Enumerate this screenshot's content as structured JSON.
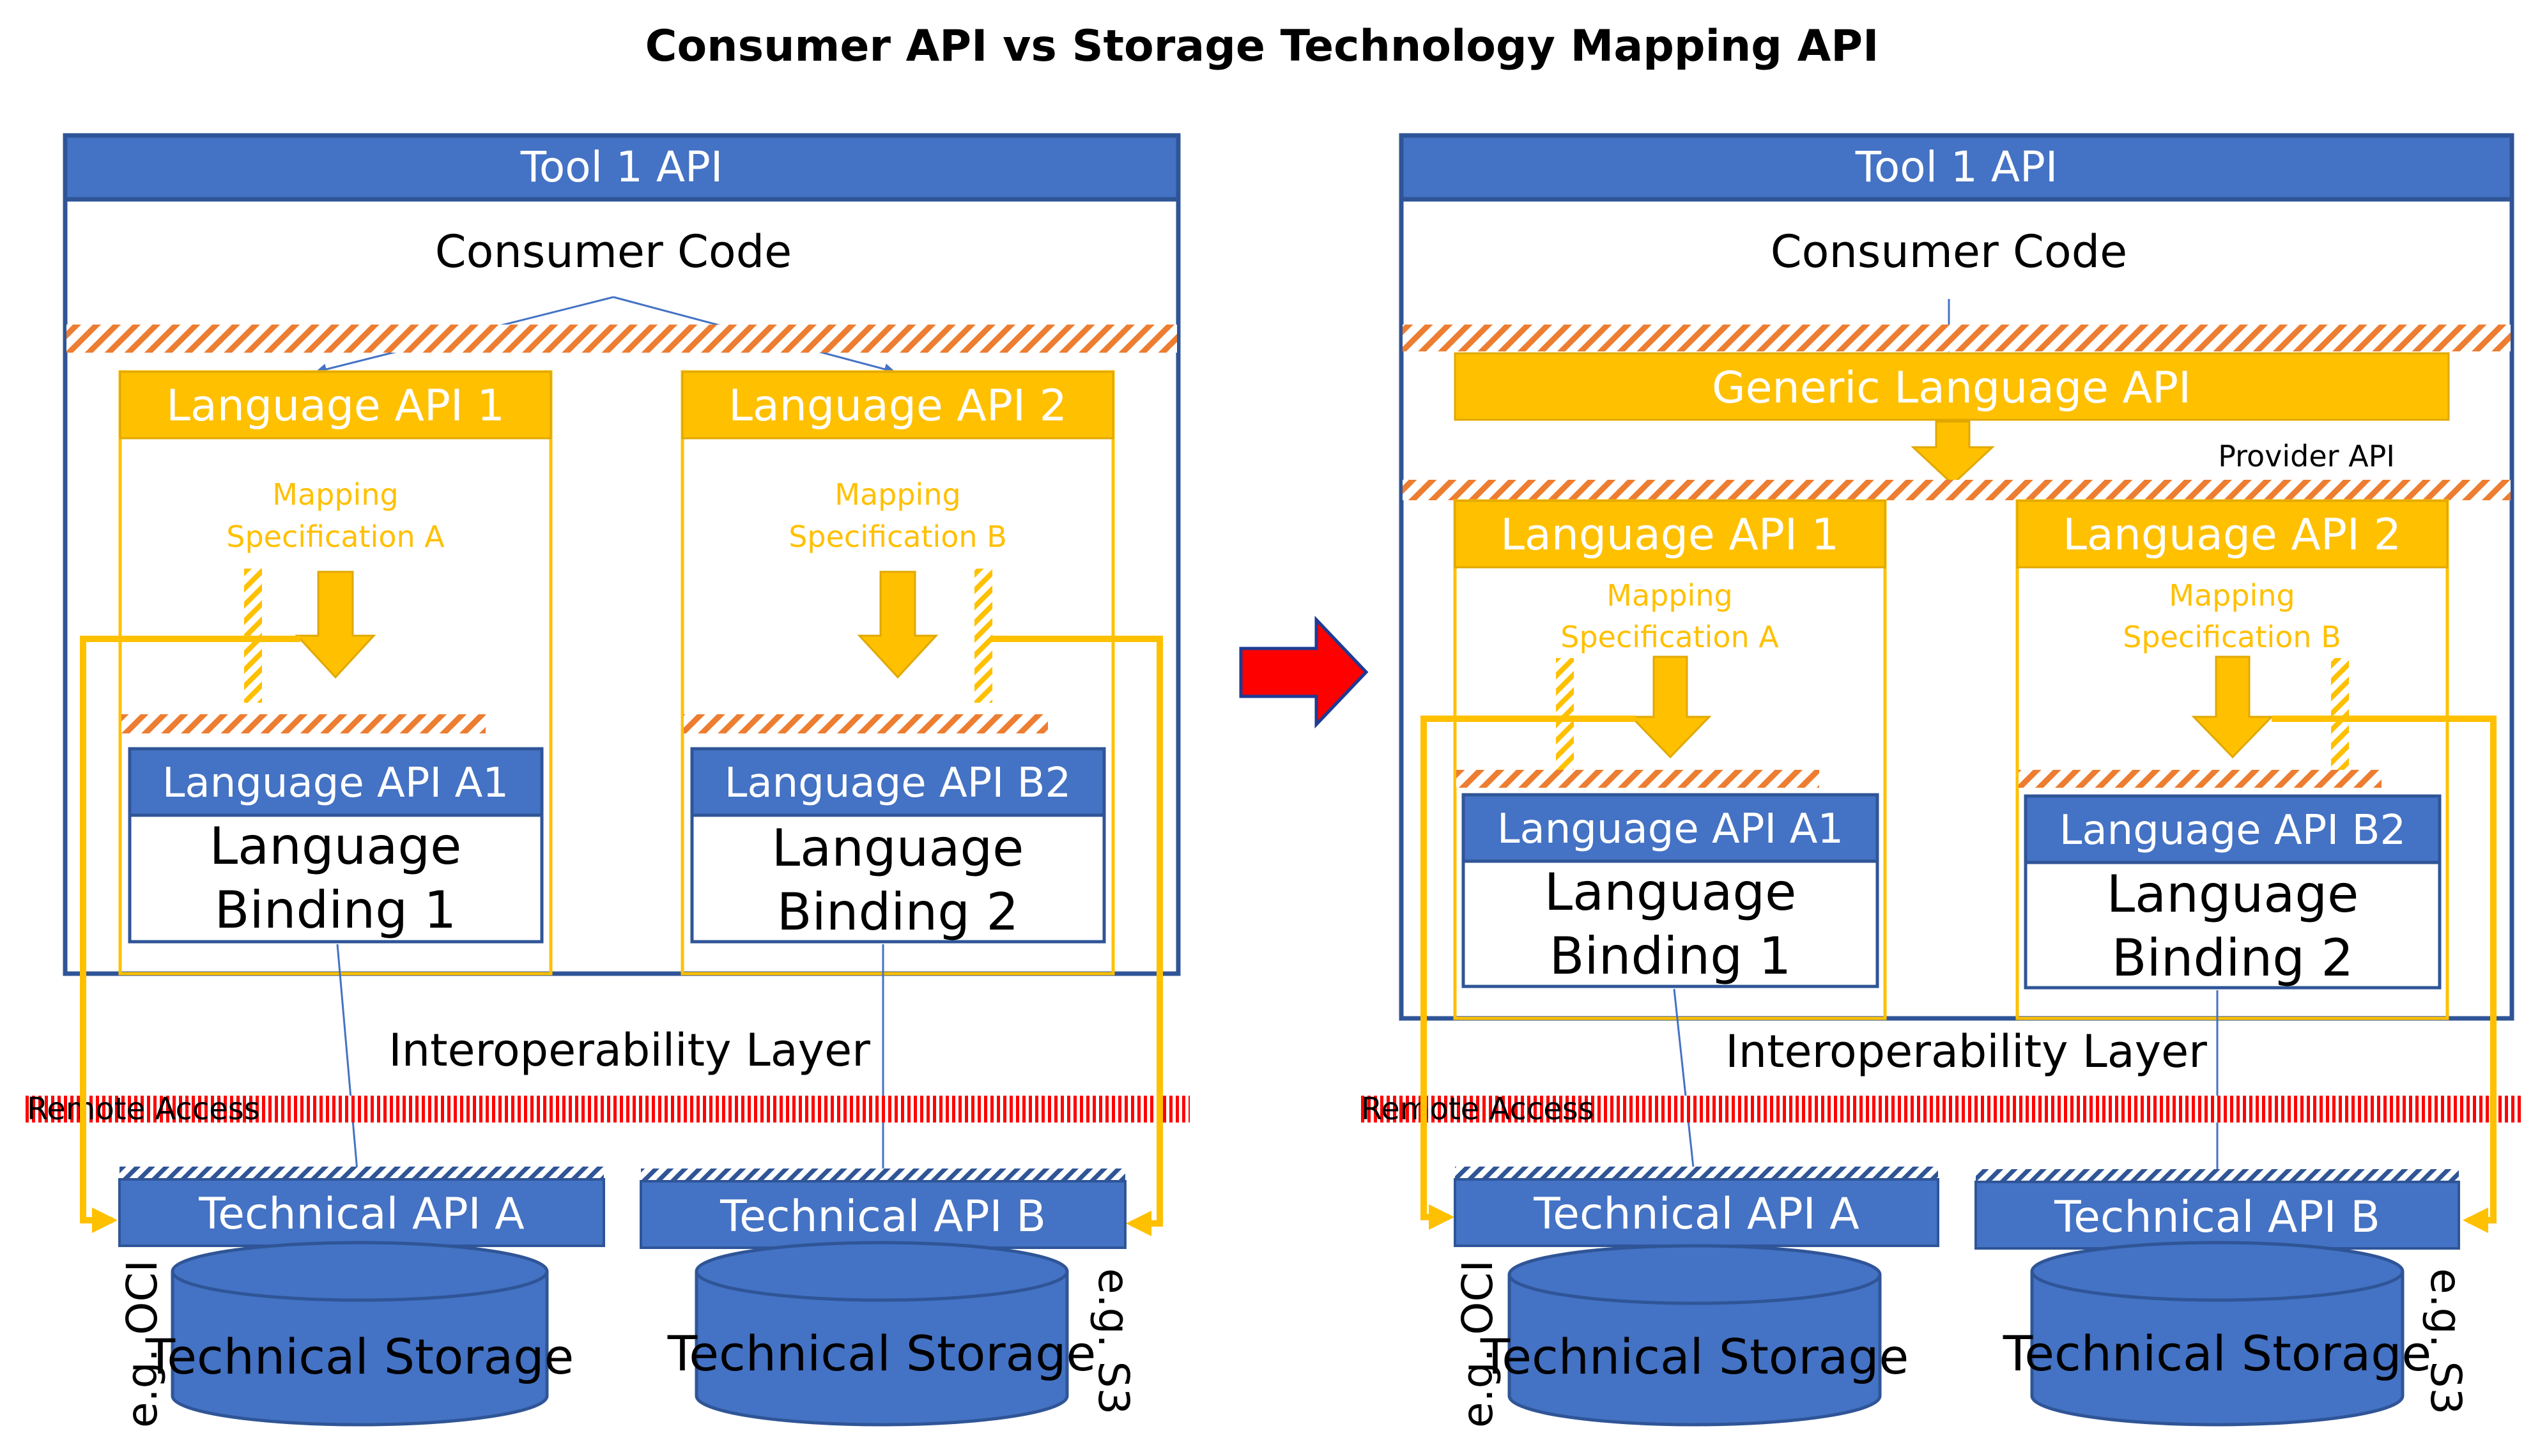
{
  "title": "Consumer API vs Storage Technology Mapping API",
  "colors": {
    "blue": "#4472C4",
    "blue_dark": "#2F5597",
    "navy": "#1F3A93",
    "yellow": "#FFC000",
    "orange": "#ED7D31",
    "red": "#FF0000",
    "black": "#000000",
    "white": "#FFFFFF"
  },
  "left": {
    "tool_header": "Tool 1 API",
    "consumer_code": "Consumer Code",
    "lang_api_1": "Language API 1",
    "lang_api_2": "Language API 2",
    "mapping_a_line1": "Mapping",
    "mapping_a_line2": "Specification A",
    "mapping_b_line1": "Mapping",
    "mapping_b_line2": "Specification B",
    "lang_api_a1": "Language API A1",
    "lang_api_b2": "Language API B2",
    "binding1_line1": "Language",
    "binding1_line2": "Binding 1",
    "binding2_line1": "Language",
    "binding2_line2": "Binding 2",
    "interop": "Interoperability Layer",
    "remote": "Remote Access",
    "tech_api_a": "Technical API A",
    "tech_api_b": "Technical API B",
    "storage_a": "Technical Storage",
    "storage_b": "Technical Storage",
    "eg_oci": "e.g. OCI",
    "eg_s3": "e.g. S3"
  },
  "right": {
    "tool_header": "Tool 1 API",
    "consumer_code": "Consumer Code",
    "generic_api": "Generic Language API",
    "provider_api": "Provider API",
    "lang_api_1": "Language API 1",
    "lang_api_2": "Language API 2",
    "mapping_a_line1": "Mapping",
    "mapping_a_line2": "Specification A",
    "mapping_b_line1": "Mapping",
    "mapping_b_line2": "Specification B",
    "lang_api_a1": "Language API A1",
    "lang_api_b2": "Language API B2",
    "binding1_line1": "Language",
    "binding1_line2": "Binding 1",
    "binding2_line1": "Language",
    "binding2_line2": "Binding 2",
    "interop": "Interoperability Layer",
    "remote": "Remote Access",
    "tech_api_a": "Technical API A",
    "tech_api_b": "Technical API B",
    "storage_a": "Technical Storage",
    "storage_b": "Technical Storage",
    "eg_oci": "e.g. OCI",
    "eg_s3": "e.g. S3"
  }
}
